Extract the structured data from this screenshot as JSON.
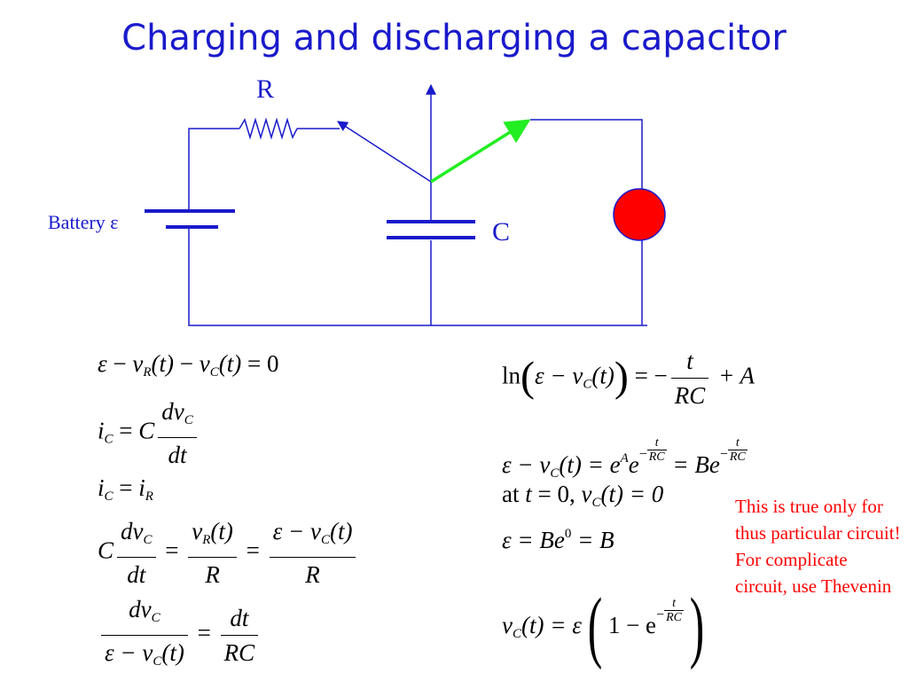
{
  "title": "Charging and discharging a capacitor",
  "labels": {
    "resistor": "R",
    "capacitor": "C",
    "battery": "Battery ε"
  },
  "colors": {
    "title": "#1a1acc",
    "wire": "#1a1acc",
    "switch_active": "#22ee22",
    "bulb": "#ff0000",
    "note": "#ff0000"
  },
  "left_equations": {
    "eq1": {
      "eps": "ε",
      "minus1": " − ",
      "vR": "v",
      "R": "R",
      "t1": "(t)",
      "minus2": " − ",
      "vC": "v",
      "C": "C",
      "t2": "(t)",
      "eq": " = 0"
    },
    "eq2": {
      "iC": "i",
      "C": "C",
      "eq": " = ",
      "Cf": "C",
      "num": "dv",
      "numsub": "C",
      "den": "dt"
    },
    "eq3": {
      "iC": "i",
      "C": "C",
      "eq": " = ",
      "iR": "i",
      "R": "R"
    },
    "eq4": {
      "Cf": "C",
      "num1": "dv",
      "num1sub": "C",
      "den1": "dt",
      "eq1": " = ",
      "num2": "v",
      "num2sub": "R",
      "num2t": "(t)",
      "den2": "R",
      "eq2": " = ",
      "num3": "ε − v",
      "num3sub": "C",
      "num3t": "(t)",
      "den3": "R"
    },
    "eq5": {
      "num1": "dv",
      "num1sub": "C",
      "den1": "ε − v",
      "den1sub": "C",
      "den1t": "(t)",
      "eq": " = ",
      "num2": "dt",
      "den2": "RC"
    }
  },
  "right_equations": {
    "eq1": {
      "ln": "ln",
      "inner": "ε − v",
      "sub": "C",
      "t": "(t)",
      "eq": " = −",
      "num": "t",
      "den": "RC",
      "plus": " + A"
    },
    "eq2": {
      "lhs": "ε − v",
      "sub": "C",
      "t": "(t) = ",
      "e1": "e",
      "A": "A",
      "e2": "e",
      "exp_sign": "−",
      "exp_num": "t",
      "exp_den": "RC",
      "eq": " = Be",
      "exp2_sign": "−",
      "exp2_num": "t",
      "exp2_den": "RC"
    },
    "eq3": {
      "text1": "at ",
      "t": "t",
      "text2": " = 0, ",
      "v": "v",
      "sub": "C",
      "text3": "(t) = 0"
    },
    "eq4": {
      "lhs": "ε = Be",
      "sup": "0",
      "rhs": " = B"
    },
    "eq5": {
      "v": "v",
      "sub": "C",
      "t": "(t) = ε",
      "one": "1 − e",
      "exp_sign": "−",
      "exp_num": "t",
      "exp_den": "RC"
    }
  },
  "note": "This is true only for thus particular circuit!  For complicate circuit, use Thevenin"
}
